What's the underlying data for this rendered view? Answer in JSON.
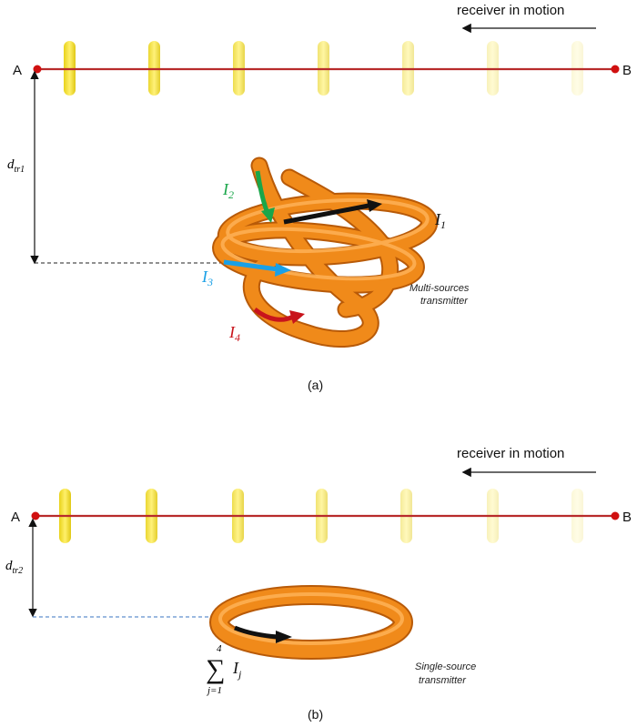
{
  "panel_a": {
    "endpoint_a": "A",
    "endpoint_b": "B",
    "receiver_label": "receiver in motion",
    "distance_label": "d",
    "distance_sub": "tr1",
    "currents": [
      {
        "symbol": "I",
        "sub": "1",
        "color": "#111111"
      },
      {
        "symbol": "I",
        "sub": "2",
        "color": "#1aa64a"
      },
      {
        "symbol": "I",
        "sub": "3",
        "color": "#1aa0e6"
      },
      {
        "symbol": "I",
        "sub": "4",
        "color": "#c8141c"
      }
    ],
    "transmitter_line1": "Multi-sources",
    "transmitter_line2": "transmitter",
    "caption": "(a)"
  },
  "panel_b": {
    "endpoint_a": "A",
    "endpoint_b": "B",
    "receiver_label": "receiver in motion",
    "distance_label": "d",
    "distance_sub": "tr2",
    "sum_upper": "4",
    "sum_lower": "j=1",
    "sum_symbol": "∑",
    "sum_term": "I",
    "sum_term_sub": "j",
    "transmitter_line1": "Single-source",
    "transmitter_line2": "transmitter",
    "caption": "(b)"
  },
  "colors": {
    "track": "#b82b2b",
    "endpoint": "#d01010",
    "receiver": "#f2e01a",
    "coil": "#f08a1a",
    "coil_dark": "#b85a08"
  }
}
